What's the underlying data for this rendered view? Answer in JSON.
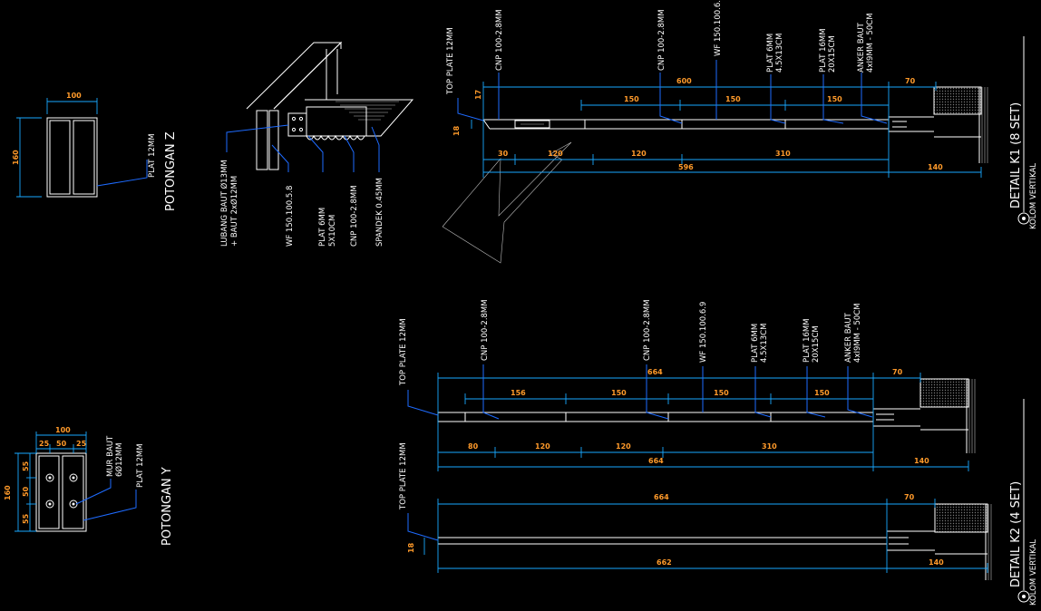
{
  "drawing": {
    "potongan_z": {
      "title": "POTONGAN Z",
      "width_dim": "100",
      "height_dim": "160",
      "label_plat": "PLAT 12MM"
    },
    "potongan_y": {
      "title": "POTONGAN Y",
      "width_dim": "100",
      "sub_dims": [
        "25",
        "50",
        "25"
      ],
      "height_dim": "160",
      "v_dims": [
        "55",
        "50",
        "55"
      ],
      "label_mur_1": "MUR BAUT",
      "label_mur_2": "6Ø12MM",
      "label_plat": "PLAT 12MM"
    },
    "iso": {
      "label_lubang_1": "LUBANG BAUT Ø13MM",
      "label_lubang_2": "+ BAUT 2xØ12MM",
      "label_wf": "WF 150.100.5.8",
      "label_plat_1": "PLAT 6MM",
      "label_plat_2": "5X10CM",
      "label_cnp": "CNP 100-2.8MM",
      "label_spandek": "SPANDEK 0.45MM"
    },
    "k1": {
      "title": "DETAIL K1 (8 SET)",
      "subtitle": "KOLOM VERTIKAL",
      "labels": {
        "top_plate": "TOP PLATE 12MM",
        "cnp_a": "CNP 100-2.8MM",
        "cnp_b": "CNP 100-2.8MM",
        "wf": "WF 150.100.6.9",
        "plat6_1": "PLAT 6MM",
        "plat6_2": "4.5X13CM",
        "plat16_1": "PLAT 16MM",
        "plat16_2": "20X15CM",
        "anker_1": "ANKER BAUT",
        "anker_2": "4xI9MM - 50CM"
      },
      "dims": {
        "top_total": "600",
        "top_right": "70",
        "spacing": [
          "150",
          "150",
          "150"
        ],
        "bottom": [
          "30",
          "120",
          "120",
          "310"
        ],
        "bottom_total": "596",
        "bottom_right": "140",
        "small_a": "17",
        "small_b": "18"
      }
    },
    "k2": {
      "title": "DETAIL K2 (4 SET)",
      "subtitle": "KOLOM VERTIKAL",
      "labels": {
        "top_plate": "TOP PLATE 12MM",
        "cnp_a": "CNP 100-2.8MM",
        "cnp_b": "CNP 100-2.8MM",
        "wf": "WF 150.100.6.9",
        "plat6_1": "PLAT 6MM",
        "plat6_2": "4.5X13CM",
        "plat16_1": "PLAT 16MM",
        "plat16_2": "20X15CM",
        "anker_1": "ANKER BAUT",
        "anker_2": "4xI9MM - 50CM",
        "top_plate_b": "TOP PLATE 12MM"
      },
      "dims": {
        "top_total": "664",
        "top_right": "70",
        "spacing": [
          "156",
          "150",
          "150",
          "150"
        ],
        "bottom": [
          "80",
          "120",
          "120",
          "310"
        ],
        "bottom_total": "664",
        "bottom_right": "140",
        "b_top_total": "664",
        "b_top_right": "70",
        "b_bottom_total": "662",
        "b_bottom_right": "140",
        "b_small": "18"
      }
    }
  }
}
